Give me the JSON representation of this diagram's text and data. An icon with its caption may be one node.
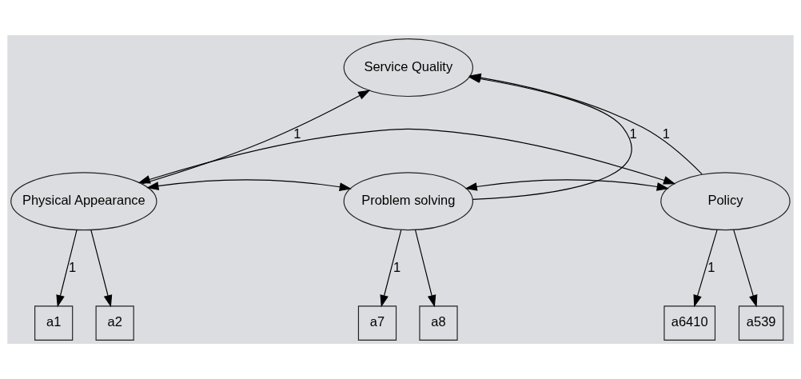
{
  "diagram": {
    "nodes": [
      {
        "text": [
          "Service Quality"
        ]
      },
      {
        "text": [
          "Physical Appearance"
        ]
      },
      {
        "text": [
          "Problem solving"
        ]
      },
      {
        "text": [
          "Policy"
        ]
      },
      {
        "text": [
          "a1"
        ]
      },
      {
        "text": [
          "a2"
        ]
      },
      {
        "text": [
          "a7"
        ]
      },
      {
        "text": [
          "a8"
        ]
      },
      {
        "text": [
          "a6410"
        ]
      },
      {
        "text": [
          "a539"
        ]
      }
    ],
    "edges": [
      {
        "from": 1,
        "to": 0,
        "arrow": "to",
        "label": "1"
      },
      {
        "from": 2,
        "to": 0,
        "arrow": "to",
        "label": "1"
      },
      {
        "from": 3,
        "to": 0,
        "arrow": "to",
        "label": "1"
      },
      {
        "from": 1,
        "to": 3,
        "arrow": "both"
      },
      {
        "from": 1,
        "to": 2,
        "arrow": "both"
      },
      {
        "from": 2,
        "to": 3,
        "arrow": "both"
      },
      {
        "from": 1,
        "to": 4,
        "arrow": "to",
        "label": "1"
      },
      {
        "from": 1,
        "to": 5,
        "arrow": "to"
      },
      {
        "from": 2,
        "to": 6,
        "arrow": "to",
        "label": "1"
      },
      {
        "from": 2,
        "to": 7,
        "arrow": "to"
      },
      {
        "from": 3,
        "to": 8,
        "arrow": "to",
        "label": "1"
      },
      {
        "from": 3,
        "to": 9,
        "arrow": "to"
      }
    ]
  }
}
